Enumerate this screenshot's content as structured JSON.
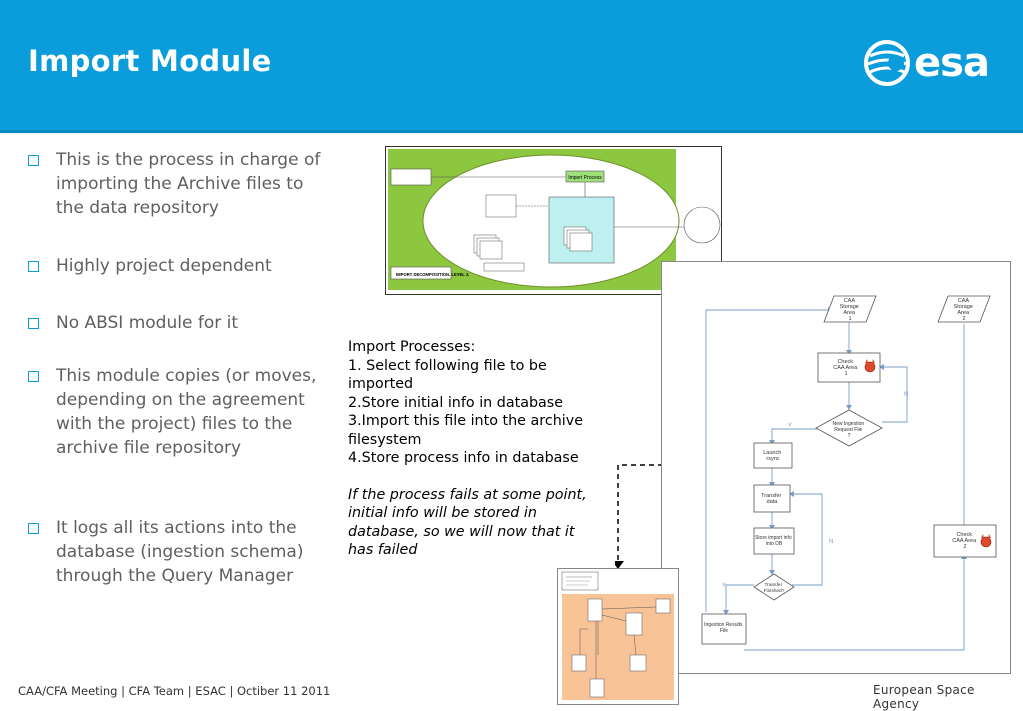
{
  "slide": {
    "title": "Import Module",
    "logo_text": "esa"
  },
  "bullets": [
    "This is the process in charge of importing the Archive files to the data repository",
    "Highly project dependent",
    "No ABSI module for it",
    "This module copies (or moves, depending on the agreement with the project) files to the archive file repository",
    "It logs all its actions into the database (ingestion schema) through the Query Manager"
  ],
  "processes": {
    "heading": "Import Processes:",
    "steps": [
      "1. Select following file to be imported",
      "2.Store initial info in database",
      "3.Import this file into the archive filesystem",
      "4.Store process info in database"
    ],
    "note": "If the process fails at some point, initial info will be stored in database, so we will now that it has failed"
  },
  "flowchart": {
    "storage_left": [
      "CAA",
      "Storage",
      "Area",
      "1"
    ],
    "storage_right": [
      "CAA",
      "Storage",
      "Area",
      "2"
    ],
    "check1": [
      "Check",
      "CAA Area",
      "1"
    ],
    "decision1": [
      "New Ingestion",
      "Request File",
      "?"
    ],
    "launch": [
      "Launch",
      "rsync"
    ],
    "transfer": [
      "Transfer",
      "data"
    ],
    "store": [
      "Store import info",
      "into DB"
    ],
    "decision2": [
      "Transfer",
      "Finished?"
    ],
    "results": [
      "Ingestion Results",
      "File"
    ],
    "check2": [
      "Check",
      "CAA Area",
      "2"
    ],
    "yes": "Y",
    "no": "N"
  },
  "diagram1": {
    "import_process": "Import Process",
    "bottom_label": "IMPORT DECOMPOSITION. LEVEL 2."
  },
  "footer": {
    "left": "CAA/CFA Meeting | CFA Team | ESAC | Octiber 11 2011",
    "right": "European Space Agency"
  },
  "colors": {
    "header": "#0a9cdb",
    "bullet_box": "#0a9cdb",
    "diagram_green": "#8dc63f",
    "diagram_orange": "#f9c398",
    "flow_line": "#7a9cc6"
  }
}
